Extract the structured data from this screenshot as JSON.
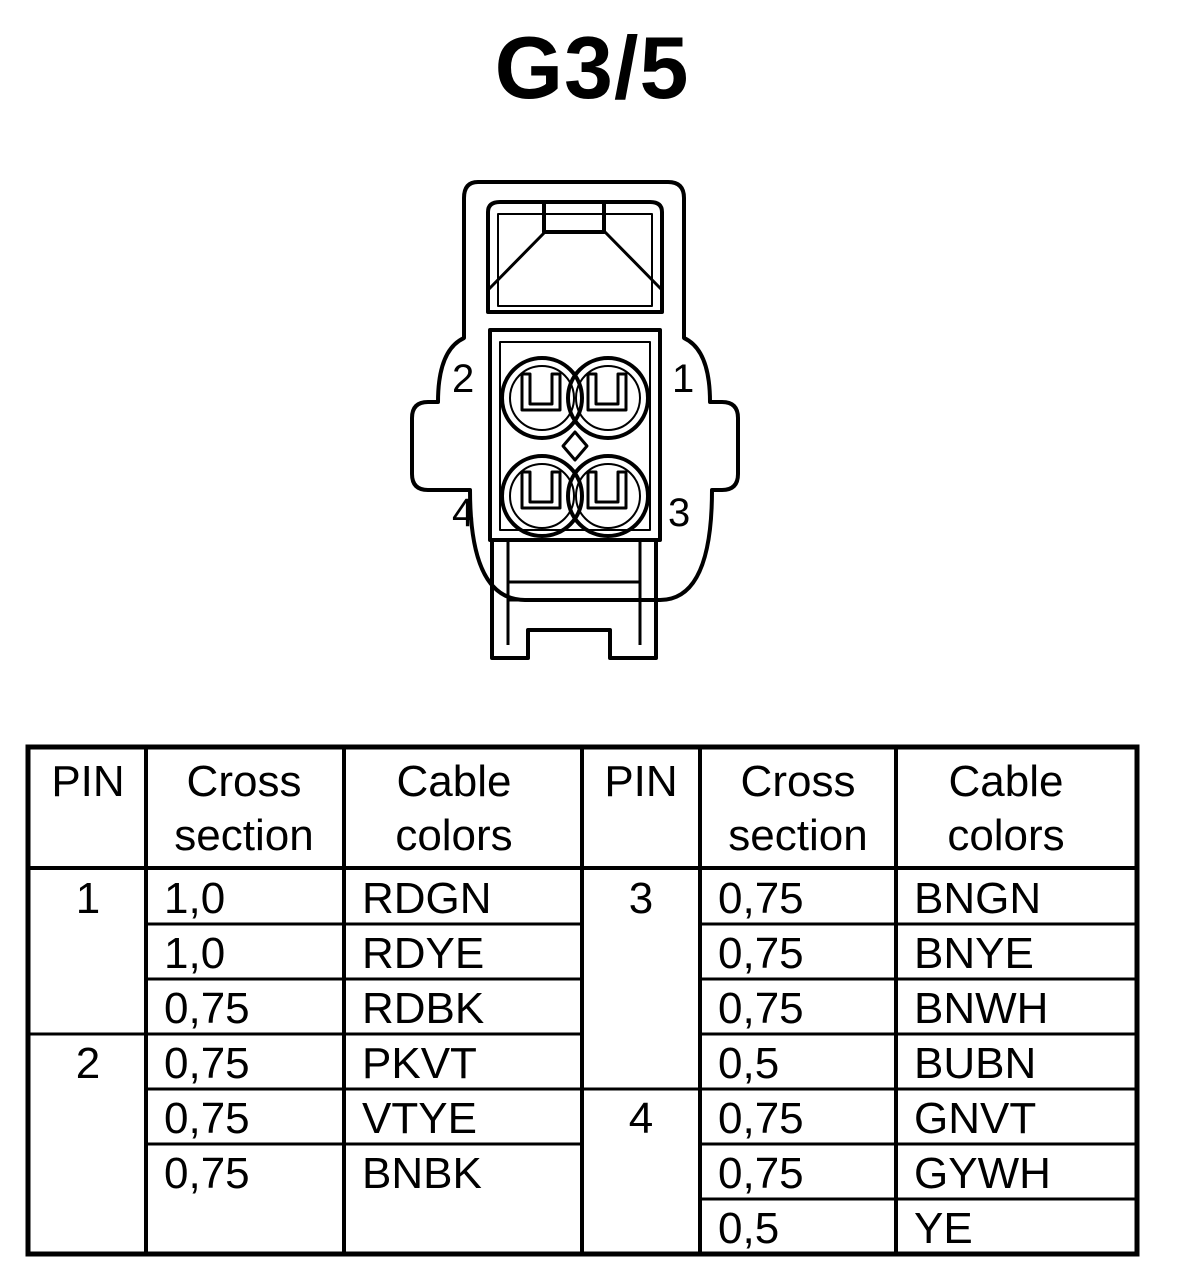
{
  "title": "G3/5",
  "connector": {
    "pin_labels": [
      "1",
      "2",
      "3",
      "4"
    ]
  },
  "table": {
    "headers": [
      {
        "line1": "PIN",
        "line2": ""
      },
      {
        "line1": "Cross",
        "line2": "section"
      },
      {
        "line1": "Cable",
        "line2": "colors"
      },
      {
        "line1": "PIN",
        "line2": ""
      },
      {
        "line1": "Cross",
        "line2": "section"
      },
      {
        "line1": "Cable",
        "line2": "colors"
      }
    ],
    "left": [
      {
        "pin": "1",
        "wires": [
          {
            "section": "1,0",
            "color": "RDGN"
          },
          {
            "section": "1,0",
            "color": "RDYE"
          },
          {
            "section": "0,75",
            "color": "RDBK"
          }
        ]
      },
      {
        "pin": "2",
        "wires": [
          {
            "section": "0,75",
            "color": "PKVT"
          },
          {
            "section": "0,75",
            "color": "VTYE"
          },
          {
            "section": "0,75",
            "color": "BNBK"
          }
        ]
      }
    ],
    "right": [
      {
        "pin": "3",
        "wires": [
          {
            "section": "0,75",
            "color": "BNGN"
          },
          {
            "section": "0,75",
            "color": "BNYE"
          },
          {
            "section": "0,75",
            "color": "BNWH"
          },
          {
            "section": "0,5",
            "color": "BUBN"
          }
        ]
      },
      {
        "pin": "4",
        "wires": [
          {
            "section": "0,75",
            "color": "GNVT"
          },
          {
            "section": "0,75",
            "color": "GYWH"
          },
          {
            "section": "0,5",
            "color": "YE"
          }
        ]
      }
    ]
  }
}
